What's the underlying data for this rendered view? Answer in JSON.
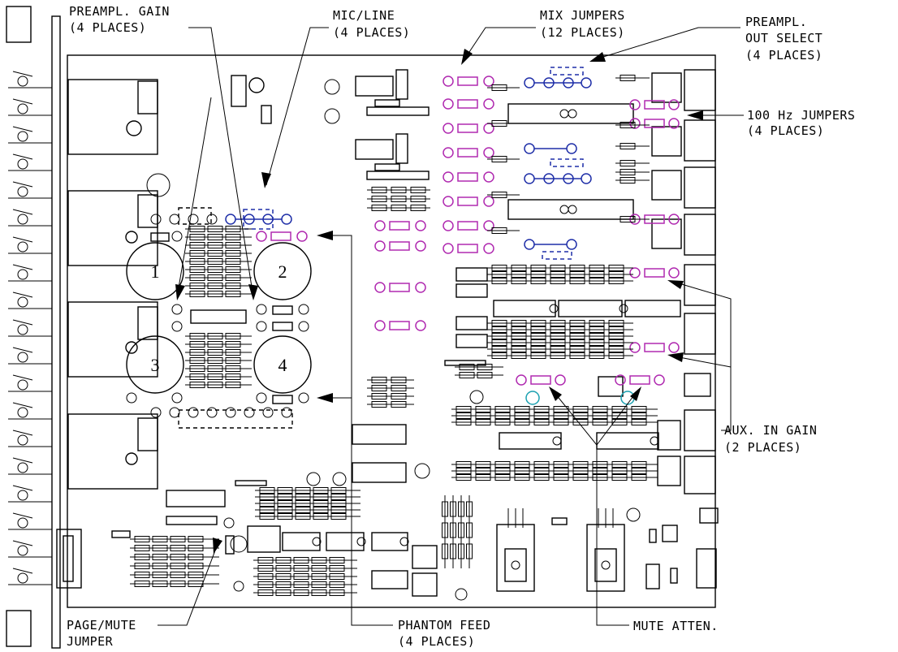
{
  "diagram": {
    "labels": {
      "preamp_gain_1": "PREAMPL. GAIN",
      "preamp_gain_2": "(4 PLACES)",
      "mic_line_1": "MIC/LINE",
      "mic_line_2": "(4 PLACES)",
      "mix_jumpers_1": "MIX JUMPERS",
      "mix_jumpers_2": "(12 PLACES)",
      "preamp_out_1": "PREAMPL.",
      "preamp_out_2": "OUT SELECT",
      "preamp_out_3": "(4 PLACES)",
      "hz100_1": "100 Hz JUMPERS",
      "hz100_2": "(4 PLACES)",
      "aux_in_1": "AUX. IN GAIN",
      "aux_in_2": "(2 PLACES)",
      "page_mute_1": "PAGE/MUTE",
      "page_mute_2": "JUMPER",
      "phantom_1": "PHANTOM FEED",
      "phantom_2": "(4 PLACES)",
      "mute_atten": "MUTE ATTEN."
    },
    "pots": [
      "1",
      "2",
      "3",
      "4"
    ],
    "colors": {
      "line": "#000000",
      "jumper_pad": "#b02ab0",
      "jumper_wire": "#1f2fa8",
      "mute_pot": "#1aa0b0"
    }
  }
}
